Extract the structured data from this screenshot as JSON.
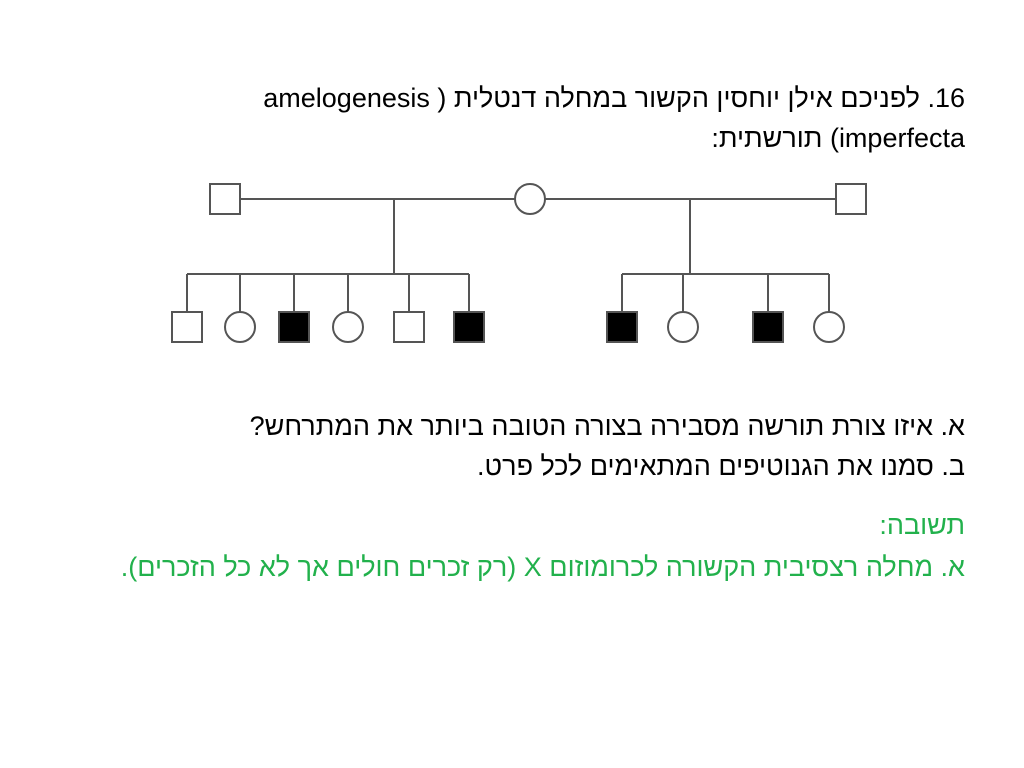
{
  "question": {
    "line1": "16. לפניכם אילן יוחסין הקשור במחלה דנטלית ( amelogenesis",
    "line2": "imperfecta) תורשתית:"
  },
  "pedigree": {
    "line_color": "#555555",
    "affected_color": "#000000",
    "unaffected_fill": "#ffffff",
    "generation_1": [
      {
        "id": "I-1",
        "sex": "male",
        "affected": false
      },
      {
        "id": "I-2",
        "sex": "female",
        "affected": false
      },
      {
        "id": "I-3",
        "sex": "male",
        "affected": false
      }
    ],
    "generation_2_left_sibship": [
      {
        "id": "II-1",
        "sex": "male",
        "affected": false
      },
      {
        "id": "II-2",
        "sex": "female",
        "affected": false
      },
      {
        "id": "II-3",
        "sex": "male",
        "affected": true
      },
      {
        "id": "II-4",
        "sex": "female",
        "affected": false
      },
      {
        "id": "II-5",
        "sex": "male",
        "affected": false
      },
      {
        "id": "II-6",
        "sex": "male",
        "affected": true
      }
    ],
    "generation_2_right_sibship": [
      {
        "id": "II-7",
        "sex": "male",
        "affected": true
      },
      {
        "id": "II-8",
        "sex": "female",
        "affected": false
      },
      {
        "id": "II-9",
        "sex": "male",
        "affected": true
      },
      {
        "id": "II-10",
        "sex": "female",
        "affected": false
      }
    ]
  },
  "questions": {
    "a": "א. איזו צורת תורשה מסבירה בצורה הטובה ביותר את המתרחש?",
    "b": "ב. סמנו את הגנוטיפים המתאימים לכל פרט."
  },
  "answer": {
    "color": "#22b14c",
    "heading": "תשובה:",
    "a": "א. מחלה רצסיבית הקשורה לכרומוזום X (רק זכרים חולים אך לא כל הזכרים)."
  }
}
